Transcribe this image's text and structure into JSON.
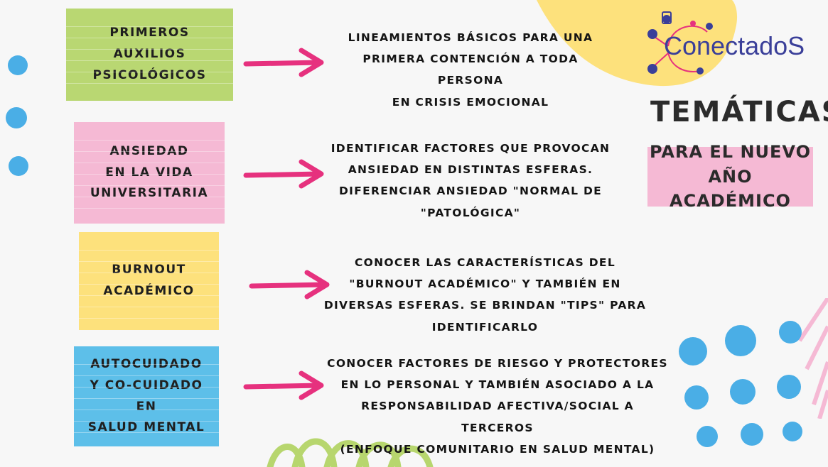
{
  "brand": {
    "name": "ConectadoS",
    "logo_icon": "network-people-icon",
    "color": "#3a3f99"
  },
  "title": "TEMÁTICAS",
  "subtitle": "PARA EL NUEVO\nAÑO ACADÉMICO",
  "colors": {
    "green": "#b9d772",
    "pink": "#f5b9d4",
    "yellow": "#fde17c",
    "blue": "#5dbfe9",
    "arrow": "#e6317e",
    "dots": "#4aaee6"
  },
  "topics": [
    {
      "label": "PRIMEROS AUXILIOS\nPSICOLÓGICOS",
      "description": "LINEAMIENTOS BÁSICOS PARA UNA\nPRIMERA CONTENCIÓN A TODA PERSONA\nEN CRISIS EMOCIONAL"
    },
    {
      "label": "ANSIEDAD\nEN LA VIDA\nUNIVERSITARIA",
      "description": "IDENTIFICAR FACTORES QUE PROVOCAN\nANSIEDAD EN DISTINTAS ESFERAS.\nDIFERENCIAR ANSIEDAD \"NORMAL DE\n\"PATOLÓGICA\""
    },
    {
      "label": "BURNOUT\nACADÉMICO",
      "description": "CONOCER LAS CARACTERÍSTICAS DEL\n\"BURNOUT ACADÉMICO\" Y TAMBIÉN EN\nDIVERSAS ESFERAS. SE BRINDAN \"TIPS\" PARA\nIDENTIFICARLO"
    },
    {
      "label": "AUTOCUIDADO\nY CO-CUIDADO EN\nSALUD MENTAL",
      "description": "CONOCER FACTORES DE RIESGO Y PROTECTORES\nEN LO PERSONAL Y TAMBIÉN ASOCIADO A LA\nRESPONSABILIDAD AFECTIVA/SOCIAL A TERCEROS\n(ENFOQUE COMUNITARIO EN SALUD MENTAL)"
    }
  ]
}
